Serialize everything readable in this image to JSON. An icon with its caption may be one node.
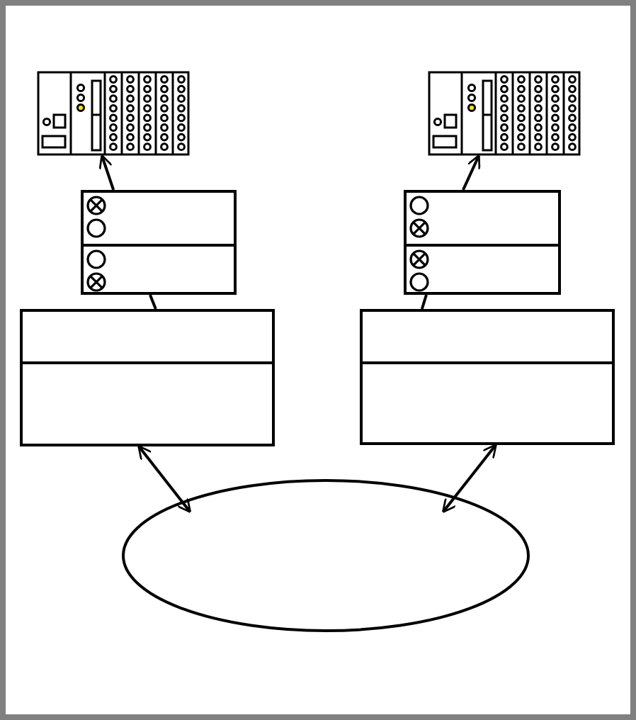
{
  "diagram": {
    "nodes": [
      {
        "text": [],
        "shape": "picture"
      },
      {
        "text": [],
        "shape": "picture"
      },
      {
        "text": [],
        "shape": "box"
      },
      {
        "text": [],
        "shape": "box"
      },
      {
        "text": [],
        "shape": "box"
      },
      {
        "text": [],
        "shape": "box"
      },
      {
        "text": [],
        "shape": "ellipse"
      }
    ],
    "edges": [
      {
        "from": 2,
        "to": 0,
        "arrow": "to"
      },
      {
        "from": 4,
        "to": 2,
        "arrow": "none"
      },
      {
        "from": 4,
        "to": 6,
        "arrow": "both"
      },
      {
        "from": 3,
        "to": 1,
        "arrow": "to"
      },
      {
        "from": 5,
        "to": 3,
        "arrow": "none"
      },
      {
        "from": 5,
        "to": 6,
        "arrow": "both"
      }
    ]
  }
}
